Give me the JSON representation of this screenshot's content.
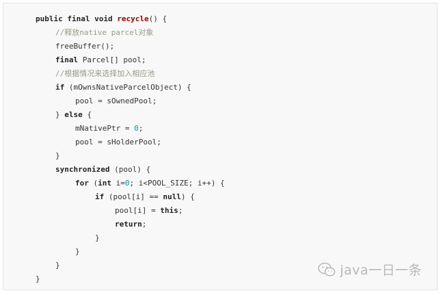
{
  "code": {
    "lines": [
      {
        "indent": 0,
        "tokens": [
          {
            "t": "kw",
            "v": "public final void "
          },
          {
            "t": "fn",
            "v": "recycle"
          },
          {
            "t": "plain",
            "v": "() {"
          }
        ]
      },
      {
        "indent": 1,
        "tokens": [
          {
            "t": "comment",
            "v": "//释放native parcel对象"
          }
        ]
      },
      {
        "indent": 1,
        "tokens": [
          {
            "t": "plain",
            "v": "freeBuffer();"
          }
        ]
      },
      {
        "indent": 1,
        "tokens": [
          {
            "t": "kw",
            "v": "final "
          },
          {
            "t": "plain",
            "v": "Parcel[] pool;"
          }
        ]
      },
      {
        "indent": 1,
        "tokens": [
          {
            "t": "comment",
            "v": "//根据情况来选择加入相应池"
          }
        ]
      },
      {
        "indent": 1,
        "tokens": [
          {
            "t": "kw",
            "v": "if "
          },
          {
            "t": "plain",
            "v": "(mOwnsNativeParcelObject) {"
          }
        ]
      },
      {
        "indent": 2,
        "tokens": [
          {
            "t": "plain",
            "v": "pool = sOwnedPool;"
          }
        ]
      },
      {
        "indent": 1,
        "tokens": [
          {
            "t": "plain",
            "v": "} "
          },
          {
            "t": "kw",
            "v": "else "
          },
          {
            "t": "plain",
            "v": "{"
          }
        ]
      },
      {
        "indent": 2,
        "tokens": [
          {
            "t": "plain",
            "v": "mNativePtr = "
          },
          {
            "t": "num",
            "v": "0"
          },
          {
            "t": "plain",
            "v": ";"
          }
        ]
      },
      {
        "indent": 2,
        "tokens": [
          {
            "t": "plain",
            "v": "pool = sHolderPool;"
          }
        ]
      },
      {
        "indent": 1,
        "tokens": [
          {
            "t": "plain",
            "v": "}"
          }
        ]
      },
      {
        "indent": 1,
        "tokens": [
          {
            "t": "kw",
            "v": "synchronized "
          },
          {
            "t": "plain",
            "v": "(pool) {"
          }
        ]
      },
      {
        "indent": 2,
        "tokens": [
          {
            "t": "kw",
            "v": "for "
          },
          {
            "t": "plain",
            "v": "("
          },
          {
            "t": "kw",
            "v": "int "
          },
          {
            "t": "plain",
            "v": "i="
          },
          {
            "t": "num",
            "v": "0"
          },
          {
            "t": "plain",
            "v": "; i<POOL_SIZE; i++) {"
          }
        ]
      },
      {
        "indent": 3,
        "tokens": [
          {
            "t": "kw",
            "v": "if "
          },
          {
            "t": "plain",
            "v": "(pool[i] == "
          },
          {
            "t": "kw",
            "v": "null"
          },
          {
            "t": "plain",
            "v": ") {"
          }
        ]
      },
      {
        "indent": 4,
        "tokens": [
          {
            "t": "plain",
            "v": "pool[i] = "
          },
          {
            "t": "kw",
            "v": "this"
          },
          {
            "t": "plain",
            "v": ";"
          }
        ]
      },
      {
        "indent": 4,
        "tokens": [
          {
            "t": "kw",
            "v": "return"
          },
          {
            "t": "plain",
            "v": ";"
          }
        ]
      },
      {
        "indent": 3,
        "tokens": [
          {
            "t": "plain",
            "v": "}"
          }
        ]
      },
      {
        "indent": 2,
        "tokens": [
          {
            "t": "plain",
            "v": "}"
          }
        ]
      },
      {
        "indent": 1,
        "tokens": [
          {
            "t": "plain",
            "v": "}"
          }
        ]
      },
      {
        "indent": 0,
        "tokens": [
          {
            "t": "plain",
            "v": "}"
          }
        ]
      }
    ]
  },
  "watermark": {
    "text": "java一日一条",
    "icon": "wechat-icon"
  },
  "colors": {
    "panel_bg": "#f8f8f8",
    "panel_border": "#e4e4e4",
    "keyword": "#222222",
    "function_name": "#990000",
    "comment": "#999988",
    "number": "#009999",
    "watermark": "#b8b8b8"
  }
}
